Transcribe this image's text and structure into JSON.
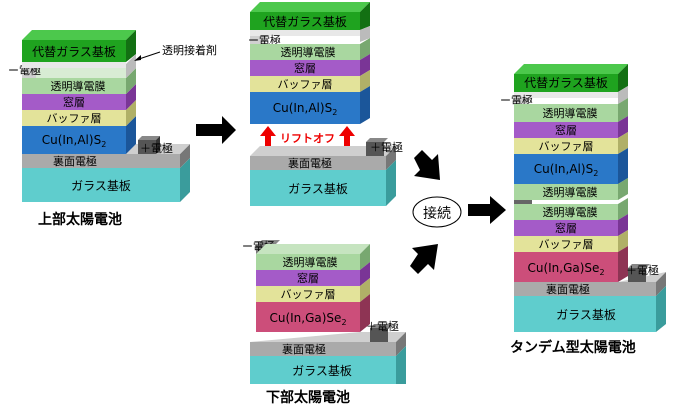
{
  "layers": {
    "substitute_glass": "代替ガラス基板",
    "tco": "透明導電膜",
    "window": "窓層",
    "buffer": "バッファ層",
    "cu_in_al": "Cu(In,Al)S",
    "cu_in_ga": "Cu(In,Ga)Se",
    "subscript_2": "2",
    "back_electrode": "裏面電極",
    "glass_substrate": "ガラス基板"
  },
  "labels": {
    "minus_electrode": "ー電極",
    "plus_electrode": "＋電極",
    "transparent_adhesive": "透明接着剤",
    "lift_off": "リフトオフ",
    "connect": "接続",
    "top_cell": "上部太陽電池",
    "bottom_cell": "下部太陽電池",
    "tandem_cell": "タンデム型太陽電池"
  },
  "colors": {
    "substitute_glass": "#1fa31f",
    "tco": "#a9d7a0",
    "window": "#a45bc8",
    "buffer": "#e3e39a",
    "cu_in_al": "#2a78c8",
    "cu_in_ga": "#cc4e7a",
    "back_electrode": "#aaaaaa",
    "glass_substrate": "#5fcdcd",
    "electrode_cap": "#555555",
    "arrow_black": "#000000",
    "arrow_red": "#ee0000"
  }
}
